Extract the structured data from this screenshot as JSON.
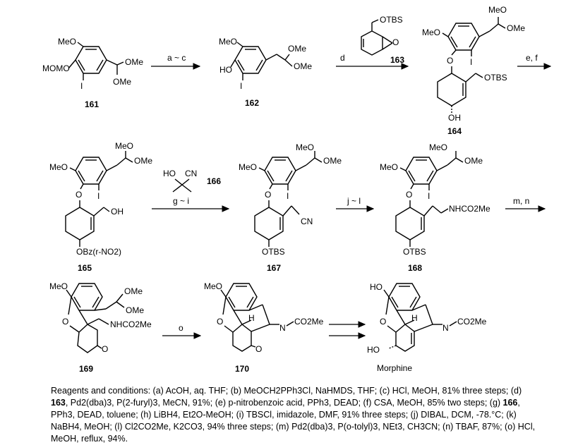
{
  "compounds": [
    {
      "id": "161",
      "groups": [
        "MeO",
        "MOMO",
        "I",
        "OMe",
        "OMe"
      ]
    },
    {
      "id": "162",
      "groups": [
        "MeO",
        "HO",
        "I",
        "OMe",
        "OMe"
      ]
    },
    {
      "id": "163",
      "groups": [
        "OTBS",
        "O"
      ]
    },
    {
      "id": "164",
      "groups": [
        "MeO",
        "O",
        "I",
        "MeO",
        "OMe",
        "OTBS",
        "OH"
      ]
    },
    {
      "id": "165",
      "groups": [
        "MeO",
        "O",
        "I",
        "MeO",
        "OMe",
        "OH",
        "OBz(r-NO2)"
      ]
    },
    {
      "id": "166",
      "groups": [
        "HO",
        "CN"
      ]
    },
    {
      "id": "167",
      "groups": [
        "MeO",
        "O",
        "I",
        "MeO",
        "OMe",
        "CN",
        "OTBS"
      ]
    },
    {
      "id": "168",
      "groups": [
        "MeO",
        "O",
        "I",
        "MeO",
        "OMe",
        "NHCO2Me",
        "OTBS"
      ]
    },
    {
      "id": "169",
      "groups": [
        "MeO",
        "O",
        "OMe",
        "OMe",
        "NHCO2Me",
        "O"
      ]
    },
    {
      "id": "170",
      "groups": [
        "MeO",
        "O",
        "H",
        "N",
        "CO2Me",
        "O"
      ]
    },
    {
      "id": "Morphine",
      "groups": [
        "HO",
        "O",
        "H",
        "N",
        "CO2Me",
        "HO"
      ]
    }
  ],
  "steps": [
    "a ~ c",
    "d",
    "e, f",
    "g ~ i",
    "j ~ l",
    "m, n",
    "o"
  ],
  "caption": {
    "lead": "Reagents and conditions: (a) AcOH, aq. THF; (b) MeOCH2PPh3Cl, NaHMDS, THF; (c) HCl, MeOH, 81% three steps; (d) ",
    "c163": "163",
    "mid1": ", Pd2(dba)3, P(2-furyl)3, MeCN, 91%; (e) p-nitrobenzoic acid, PPh3, DEAD; (f) CSA, MeOH, 85% two steps; (g) ",
    "c166": "166",
    "tail": ", PPh3, DEAD, toluene; (h) LiBH4, Et2O-MeOH; (i) TBSCl, imidazole, DMF, 91% three steps; (j) DIBAL, DCM, -78.°C; (k) NaBH4, MeOH; (l) Cl2CO2Me, K2CO3, 94% three steps; (m) Pd2(dba)3, P(o-tolyl)3, NEt3, CH3CN; (n) TBAF, 87%; (o) HCl, MeOH, reflux, 94%."
  }
}
